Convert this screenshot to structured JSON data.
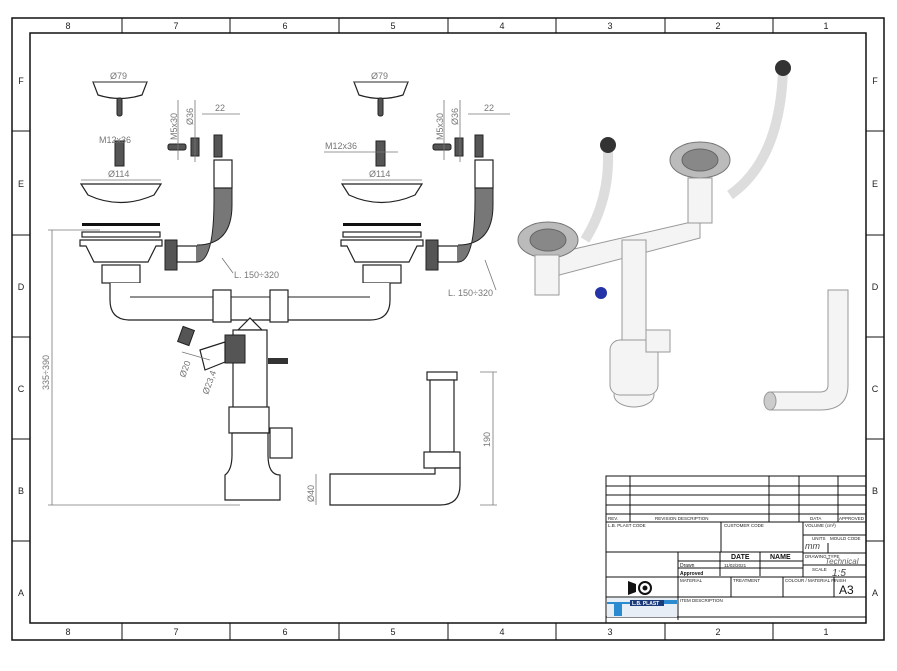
{
  "sheet": {
    "column_labels": [
      "8",
      "7",
      "6",
      "5",
      "4",
      "3",
      "2",
      "1"
    ],
    "row_labels": [
      "F",
      "E",
      "D",
      "C",
      "B",
      "A"
    ]
  },
  "dimensions": {
    "left_strainer_top": "Ø79",
    "left_bolt": "M12x36",
    "left_strainer_body": "Ø114",
    "left_screw": "M5x30",
    "left_overflow_dia": "Ø36",
    "left_overflow_width": "22",
    "left_hose_length": "L. 150÷320",
    "right_strainer_top": "Ø79",
    "right_bolt": "M12x36",
    "right_strainer_body": "Ø114",
    "right_screw": "M5x30",
    "right_overflow_dia": "Ø36",
    "right_overflow_width": "22",
    "right_hose_length": "L. 150÷320",
    "total_height": "335÷390",
    "side_outlet_dia_1": "Ø20",
    "side_outlet_dia_2": "Ø23,4",
    "elbow_height": "190",
    "elbow_dia": "Ø40"
  },
  "title_block": {
    "rev": "REV.",
    "revision_description": "REVISION DESCRIPTION",
    "data": "DATA",
    "approved": "APPROVED",
    "lb_plast_code": "L.B. PLAST CODE",
    "customer_code": "CUSTOMER CODE",
    "volume": "VOLUME (cm³)",
    "units_label": "UNITS",
    "units_value": "mm",
    "mould_code": "MOULD CODE",
    "date_header": "DATE",
    "name_header": "NAME",
    "drawn_label": "Drawn",
    "drawn_date": "11/02/2021",
    "approved_label": "Approved",
    "drawing_type_label": "DRAWING TYPE",
    "drawing_type_value": "Technical",
    "scale_label": "SCALE",
    "scale_value": "1:5",
    "material": "MATERIAL",
    "treatment": "TREATMENT",
    "colour": "COLOUR / MATERIAL FINISH",
    "sheet_size": "A3",
    "item_description": "ITEM DESCRIPTION",
    "logo_text": "L.B. PLAST"
  }
}
